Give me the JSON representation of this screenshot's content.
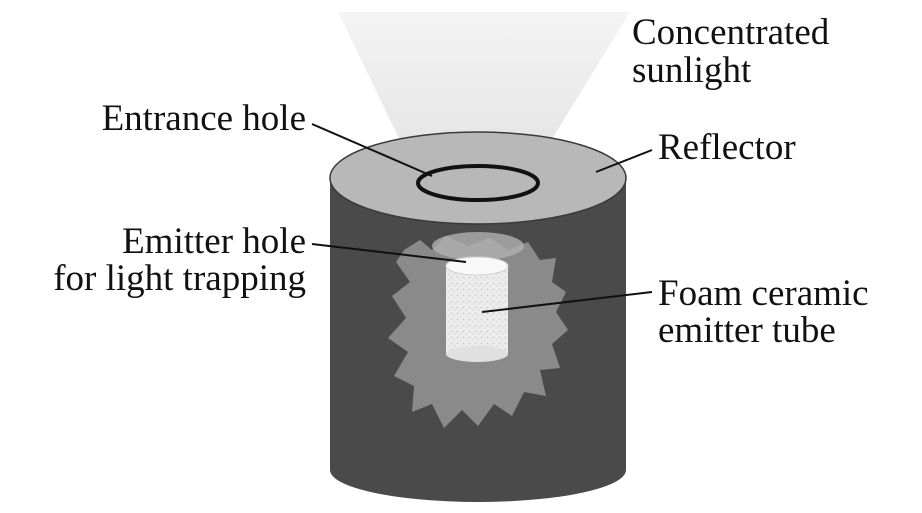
{
  "labels": {
    "concentrated_sunlight": [
      "Concentrated",
      "sunlight"
    ],
    "entrance_hole": "Entrance hole",
    "reflector": "Reflector",
    "emitter_hole": [
      "Emitter hole",
      "for light trapping"
    ],
    "foam_ceramic": [
      "Foam ceramic",
      "emitter tube"
    ]
  },
  "colors": {
    "body_dark": "#4a4a4a",
    "top_face": "#b8b8b8",
    "cavity": "#8a8a8a",
    "emitter": "#e6e6e6",
    "light_beam": "#e9e9e9",
    "leader_line": "#111111"
  }
}
